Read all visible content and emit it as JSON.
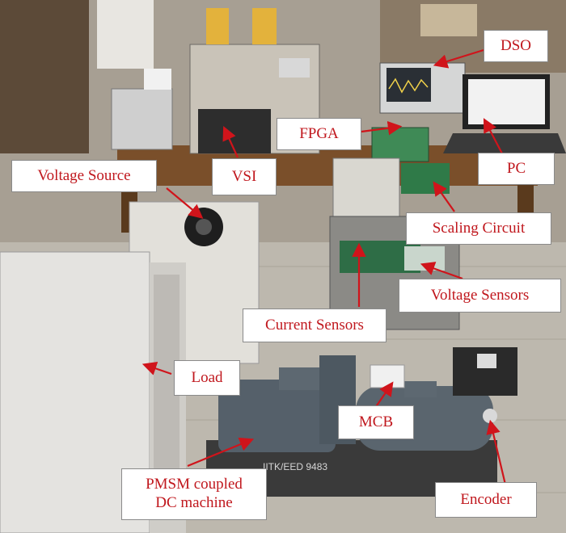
{
  "labels": {
    "dso": "DSO",
    "fpga": "FPGA",
    "pc": "PC",
    "voltage_source": "Voltage Source",
    "vsi": "VSI",
    "scaling_circuit": "Scaling Circuit",
    "voltage_sensors": "Voltage Sensors",
    "current_sensors": "Current Sensors",
    "load": "Load",
    "mcb": "MCB",
    "pmsm_line1": "PMSM coupled",
    "pmsm_line2": "DC machine",
    "encoder": "Encoder"
  },
  "motor_marking": "IITK/EED   9483",
  "colors": {
    "label_text": "#c0171d",
    "arrow": "#d0141b",
    "label_bg": "#ffffff"
  }
}
